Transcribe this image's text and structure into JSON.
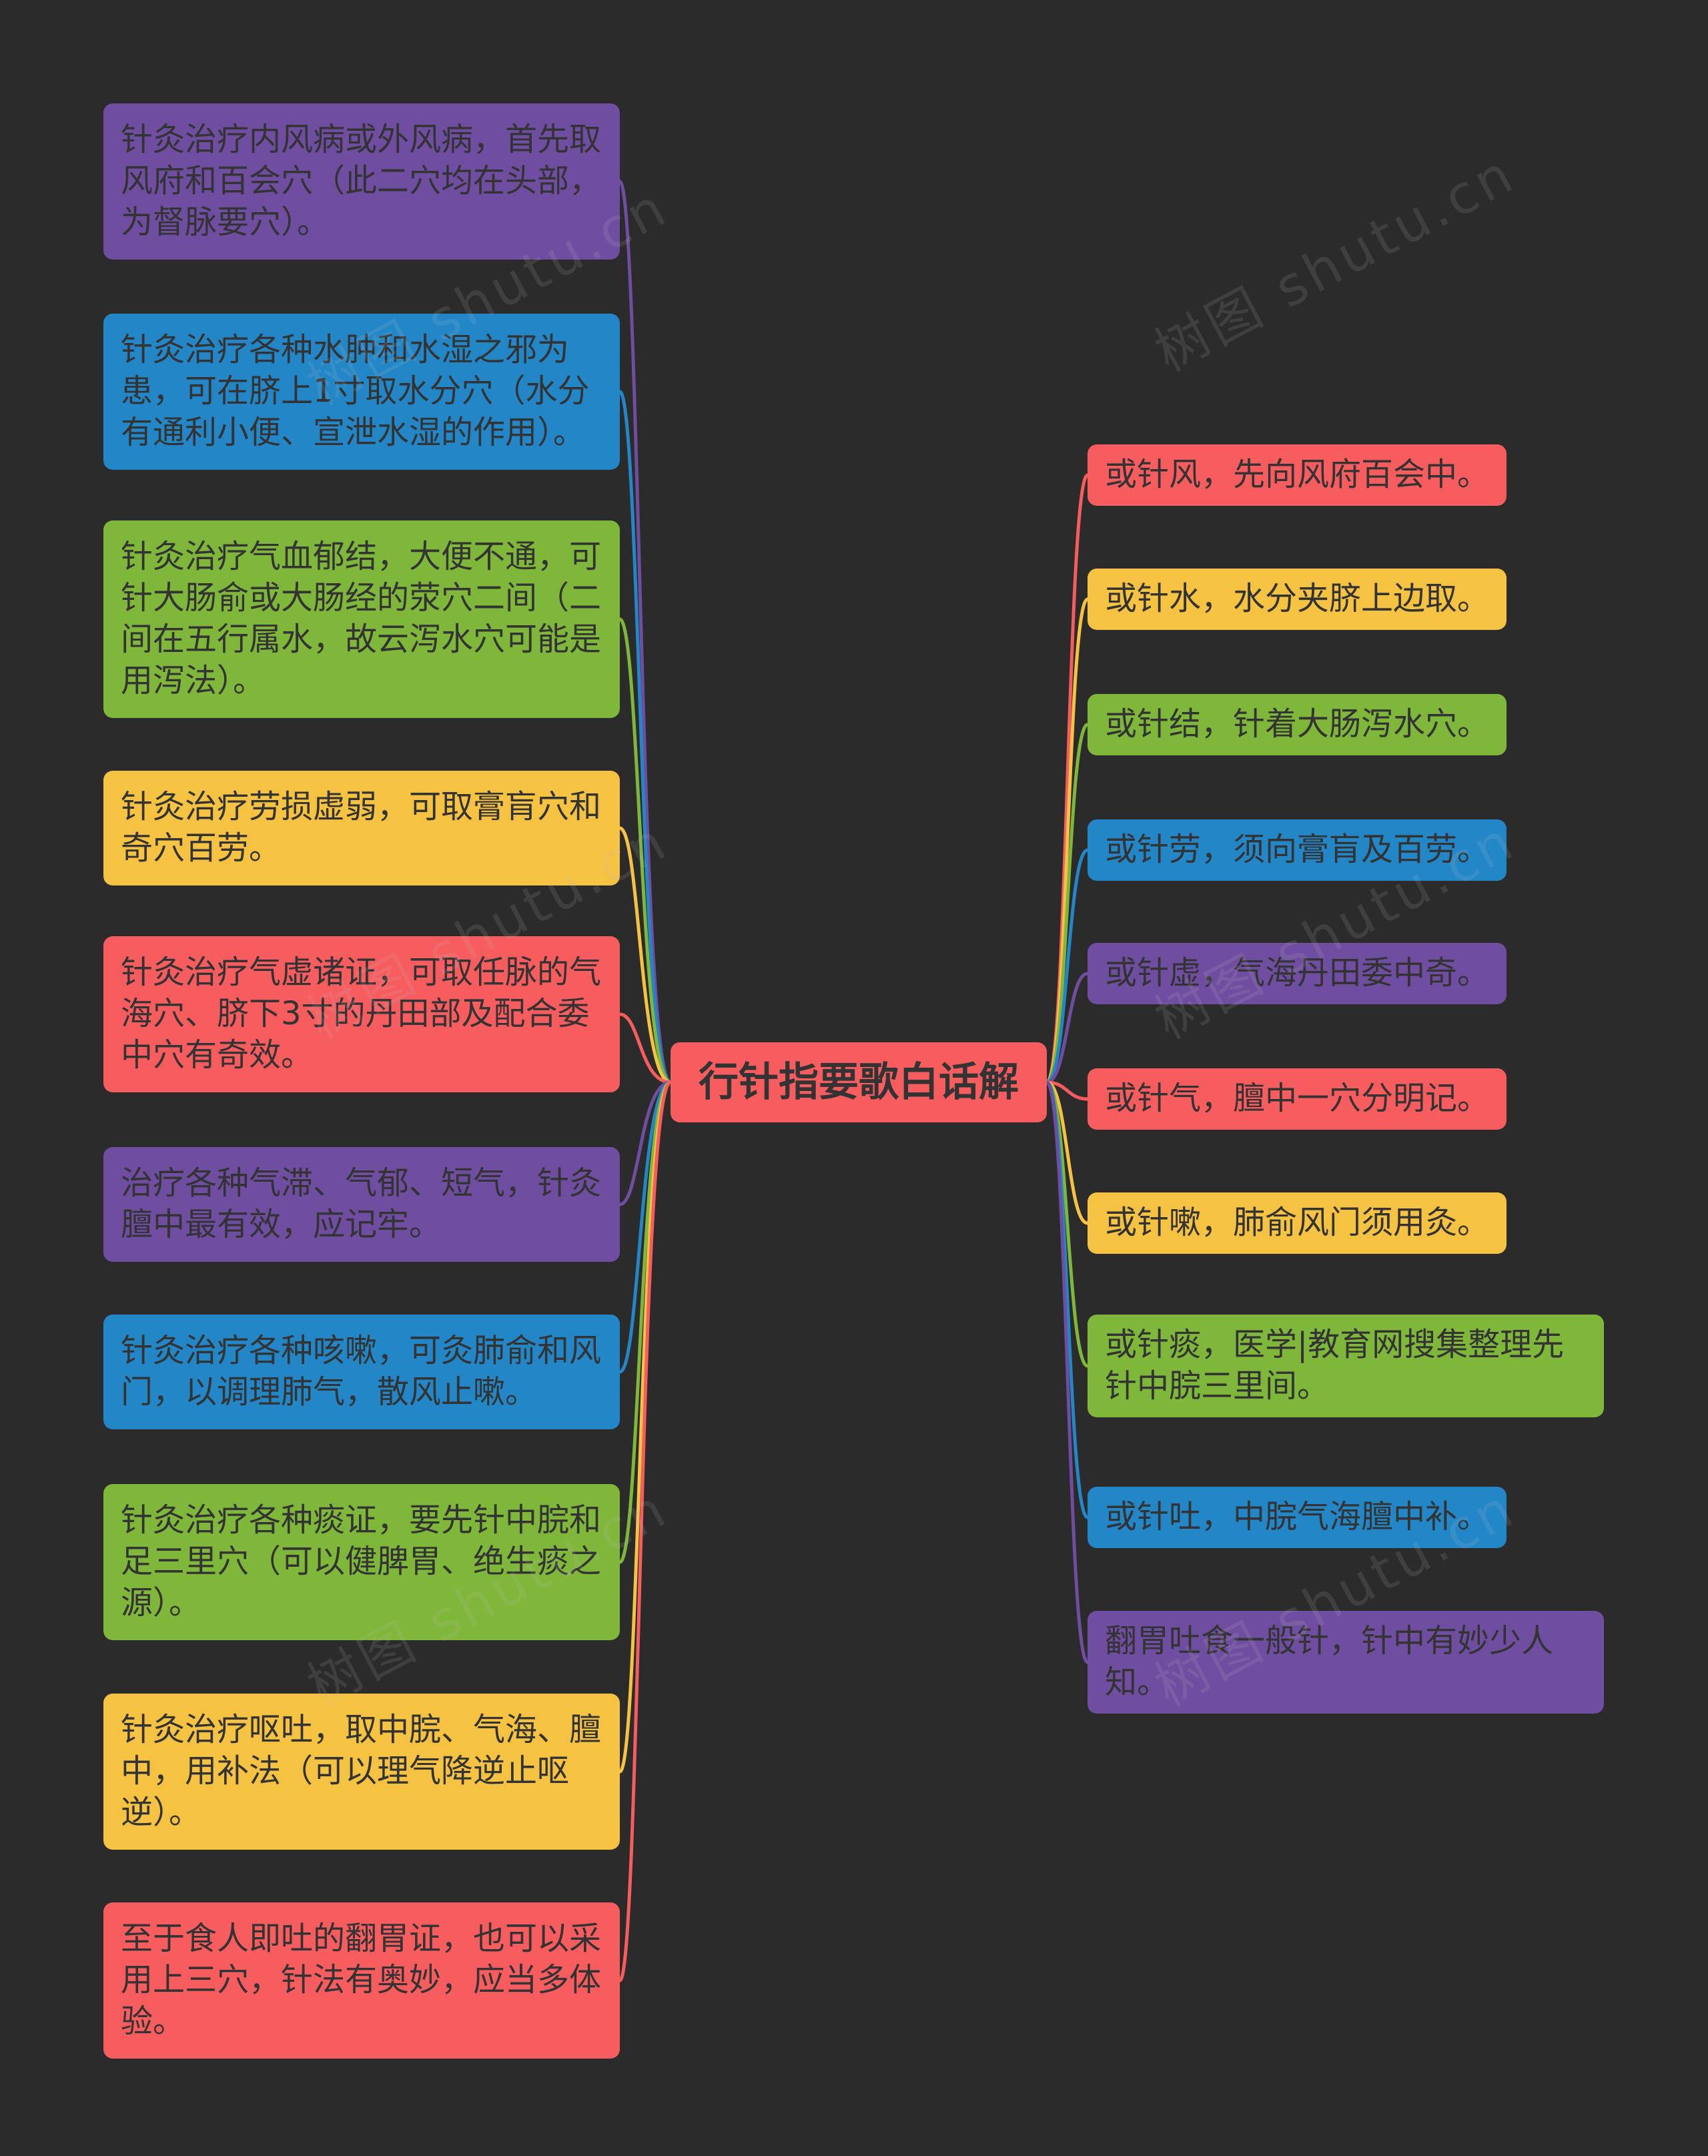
{
  "title": "行针指要歌白话解",
  "watermark": "树图 shutu.cn",
  "colors": {
    "background": "#2B2B2B",
    "purple": "#6F4DA0",
    "blue": "#2286C7",
    "green": "#7FB73A",
    "yellow": "#F5C242",
    "red": "#F75C5F",
    "node_text": "#333333"
  },
  "center": {
    "label": "行针指要歌白话解",
    "color": "red"
  },
  "left_nodes": [
    {
      "text": "针灸治疗内风病或外风病，首先取风府和百会穴（此二穴均在头部，为督脉要穴）。",
      "color": "purple"
    },
    {
      "text": "针灸治疗各种水肿和水湿之邪为患，可在脐上1寸取水分穴（水分有通利小便、宣泄水湿的作用）。",
      "color": "blue"
    },
    {
      "text": "针灸治疗气血郁结，大便不通，可针大肠俞或大肠经的荥穴二间（二间在五行属水，故云泻水穴可能是用泻法）。",
      "color": "green"
    },
    {
      "text": "针灸治疗劳损虚弱，可取膏肓穴和奇穴百劳。",
      "color": "yellow"
    },
    {
      "text": "针灸治疗气虚诸证，可取任脉的气海穴、脐下3寸的丹田部及配合委中穴有奇效。",
      "color": "red"
    },
    {
      "text": "治疗各种气滞、气郁、短气，针灸膻中最有效，应记牢。",
      "color": "purple"
    },
    {
      "text": "针灸治疗各种咳嗽，可灸肺俞和风门，以调理肺气，散风止嗽。",
      "color": "blue"
    },
    {
      "text": "针灸治疗各种痰证，要先针中脘和足三里穴（可以健脾胃、绝生痰之源）。",
      "color": "green"
    },
    {
      "text": "针灸治疗呕吐，取中脘、气海、膻中，用补法（可以理气降逆止呕逆）。",
      "color": "yellow"
    },
    {
      "text": "至于食人即吐的翻胃证，也可以采用上三穴，针法有奥妙，应当多体验。",
      "color": "red"
    }
  ],
  "right_nodes": [
    {
      "text": "或针风，先向风府百会中。",
      "color": "red"
    },
    {
      "text": "或针水，水分夹脐上边取。",
      "color": "yellow"
    },
    {
      "text": "或针结，针着大肠泻水穴。",
      "color": "green"
    },
    {
      "text": "或针劳，须向膏肓及百劳。",
      "color": "blue"
    },
    {
      "text": "或针虚，气海丹田委中奇。",
      "color": "purple"
    },
    {
      "text": "或针气，膻中一穴分明记。",
      "color": "red"
    },
    {
      "text": "或针嗽，肺俞风门须用灸。",
      "color": "yellow"
    },
    {
      "text": "或针痰，医学|教育网搜集整理先针中脘三里间。",
      "color": "green"
    },
    {
      "text": "或针吐，中脘气海膻中补。",
      "color": "blue"
    },
    {
      "text": "翻胃吐食一般针，针中有妙少人知。",
      "color": "purple"
    }
  ]
}
